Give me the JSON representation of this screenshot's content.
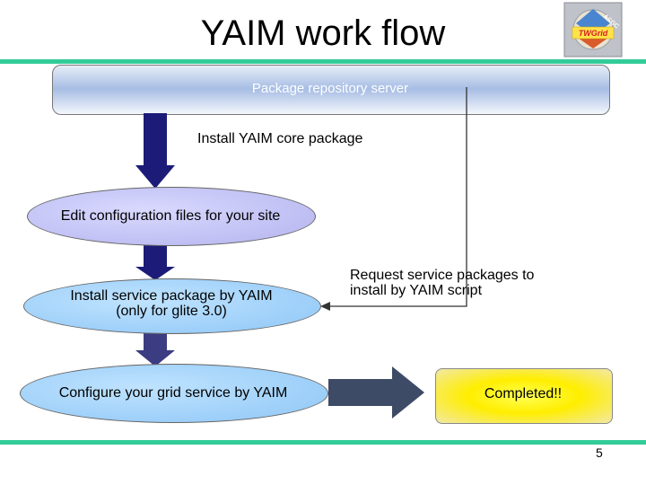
{
  "slide": {
    "title": "YAIM work flow",
    "page_number": "5"
  },
  "logo": {
    "top_text": "ASGC",
    "bottom_text": "TWGrid"
  },
  "nodes": {
    "repository": "Package repository server",
    "edit_config": "Edit configuration files for your site",
    "install_service": [
      "Install service package by YAIM",
      "(only for glite 3.0)"
    ],
    "configure": "Configure your grid service by YAIM",
    "completed": "Completed!!"
  },
  "edges": {
    "install_core": "Install YAIM core package",
    "request_packages": [
      "Request service packages to",
      "install by YAIM script"
    ]
  },
  "colors": {
    "rule": "#33cc99",
    "arrow_dark": "#1c1c78",
    "arrow_mid": "#3c3c82",
    "arrow_gray": "#3e4b66",
    "completed_fill": "#ffee00"
  }
}
